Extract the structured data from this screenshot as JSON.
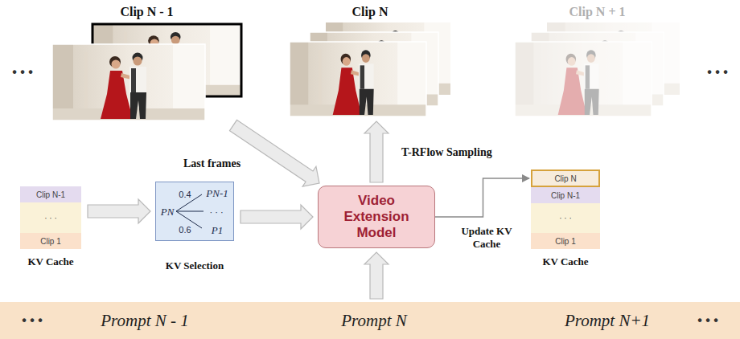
{
  "diagram": {
    "nodes": [
      {
        "text": [
          "Clip N - 1"
        ]
      },
      {
        "text": [
          "Clip N"
        ]
      },
      {
        "text": [
          "Clip N + 1"
        ]
      },
      {
        "text": [
          "Video Extension Model"
        ]
      },
      {
        "text": [
          "KV Cache"
        ]
      },
      {
        "text": [
          "Clip N-1"
        ],
        "in": 4
      },
      {
        "text": [
          "· · ·"
        ],
        "in": 4
      },
      {
        "text": [
          "Clip 1"
        ],
        "in": 4
      },
      {
        "text": [
          "KV Selection",
          "PN",
          "0.4",
          "PN-1",
          "0.6",
          "· · ·",
          "P1"
        ]
      },
      {
        "text": [
          "KV Cache"
        ]
      },
      {
        "text": [
          "Clip N"
        ],
        "in": 9
      },
      {
        "text": [
          "Clip N-1"
        ],
        "in": 9
      },
      {
        "text": [
          "· · ·"
        ],
        "in": 9
      },
      {
        "text": [
          "Clip 1"
        ],
        "in": 9
      },
      {
        "text": [
          "• • •",
          "Prompt N - 1",
          "Prompt N",
          "Prompt N+1",
          "• • •"
        ]
      }
    ],
    "edges": [
      {
        "from": 0,
        "to": 3,
        "arrow": "to",
        "label": "Last frames"
      },
      {
        "from": 3,
        "to": 1,
        "arrow": "to",
        "label": "T-RFlow Sampling"
      },
      {
        "from": 4,
        "to": 8,
        "arrow": "to"
      },
      {
        "from": 8,
        "to": 3,
        "arrow": "to"
      },
      {
        "from": 3,
        "to": 10,
        "arrow": "to",
        "label": "Update KV Cache"
      },
      {
        "from": 14,
        "to": 3,
        "arrow": "to"
      }
    ],
    "labels": [
      "• • •",
      "• • •"
    ]
  }
}
